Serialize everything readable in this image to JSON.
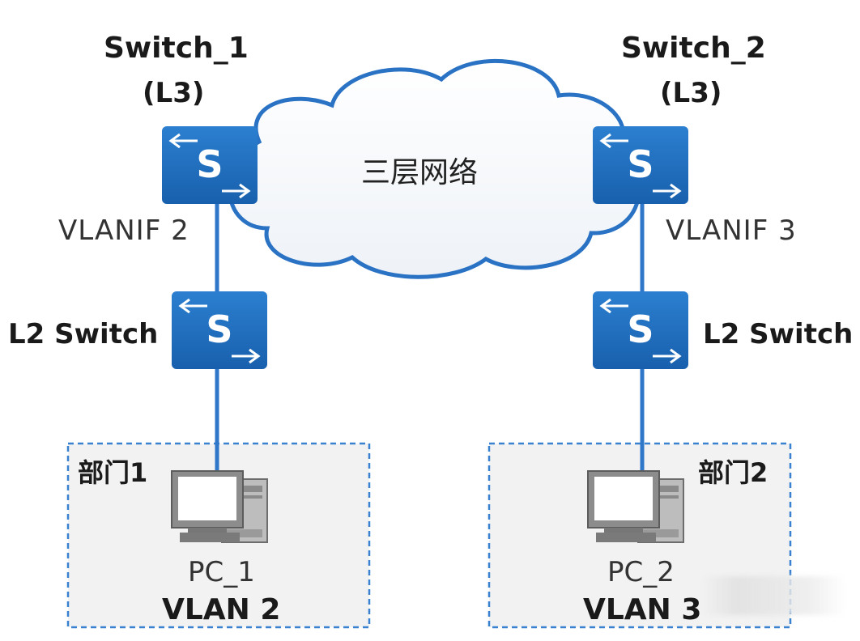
{
  "diagram": {
    "cloud_label": "三层网络",
    "switch_glyph": "S",
    "left": {
      "l3_name": "Switch_1",
      "l3_type": "(L3)",
      "vlanif": "VLANIF 2",
      "l2_name": "L2 Switch",
      "department": "部门1",
      "pc_name": "PC_1",
      "vlan": "VLAN 2"
    },
    "right": {
      "l3_name": "Switch_2",
      "l3_type": "(L3)",
      "vlanif": "VLANIF 3",
      "l2_name": "L2 Switch",
      "department": "部门2",
      "pc_name": "PC_2",
      "vlan": "VLAN 3"
    },
    "colors": {
      "switch_fill": "#1f6fc0",
      "link": "#2f77c8",
      "cloud_stroke": "#2a72c4",
      "dept_border": "#3a82cf",
      "dept_fill": "#f2f2f2",
      "pc_body": "#8c8c8c"
    }
  }
}
